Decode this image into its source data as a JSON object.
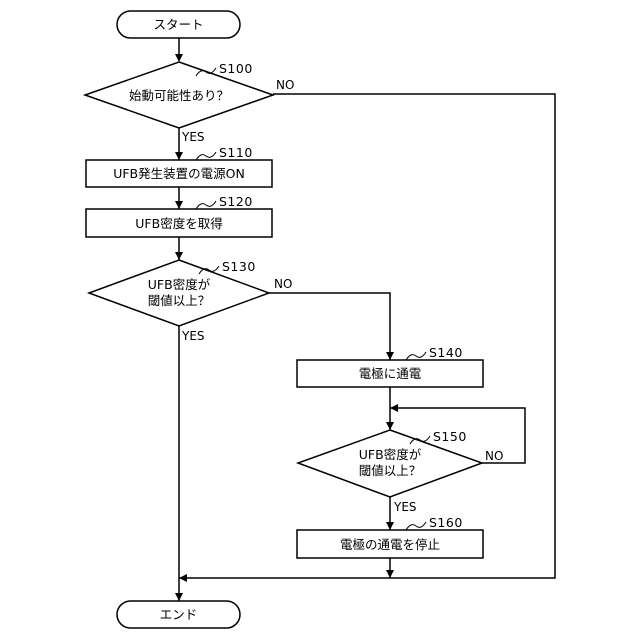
{
  "nodes": {
    "start": {
      "text": "スタート"
    },
    "s100": {
      "lines": [
        "始動可能性あり？"
      ],
      "ref": "S100"
    },
    "s110": {
      "text": "UFB発生装置の電源ON",
      "ref": "S110"
    },
    "s120": {
      "text": "UFB密度を取得",
      "ref": "S120"
    },
    "s130": {
      "lines": [
        "UFB密度が",
        "閾値以上？"
      ],
      "ref": "S130"
    },
    "s140": {
      "text": "電極に通電",
      "ref": "S140"
    },
    "s150": {
      "lines": [
        "UFB密度が",
        "閾値以上？"
      ],
      "ref": "S150"
    },
    "s160": {
      "text": "電極の通電を停止",
      "ref": "S160"
    },
    "end": {
      "text": "エンド"
    }
  },
  "labels": {
    "s100_yes": "YES",
    "s100_no": "NO",
    "s130_yes": "YES",
    "s130_no": "NO",
    "s150_yes": "YES",
    "s150_no": "NO"
  },
  "colors": {
    "line": "#000000",
    "fill": "#ffffff"
  }
}
